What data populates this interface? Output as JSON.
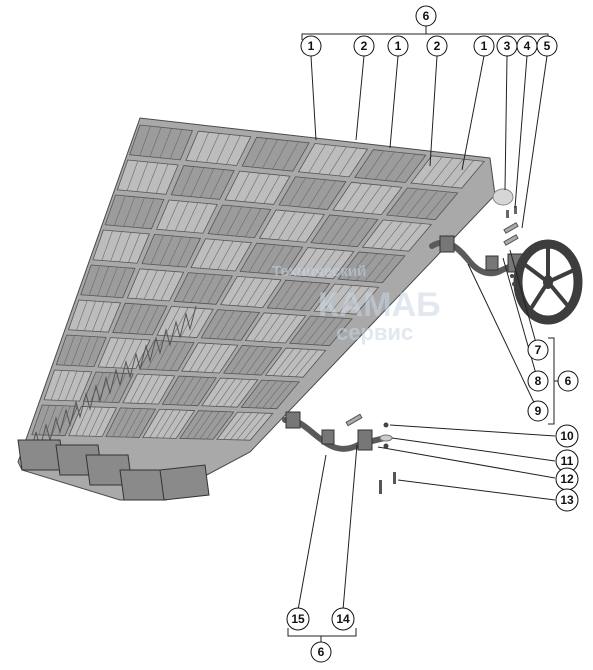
{
  "diagram": {
    "callouts": [
      {
        "id": "top-group",
        "label": "6"
      },
      {
        "id": "c1a",
        "label": "1"
      },
      {
        "id": "c2a",
        "label": "2"
      },
      {
        "id": "c1b",
        "label": "1"
      },
      {
        "id": "c2b",
        "label": "2"
      },
      {
        "id": "c1c",
        "label": "1"
      },
      {
        "id": "c3",
        "label": "3"
      },
      {
        "id": "c4",
        "label": "4"
      },
      {
        "id": "c5",
        "label": "5"
      },
      {
        "id": "c7",
        "label": "7"
      },
      {
        "id": "c8",
        "label": "8"
      },
      {
        "id": "c9",
        "label": "9"
      },
      {
        "id": "right-group",
        "label": "6"
      },
      {
        "id": "c10",
        "label": "10"
      },
      {
        "id": "c11",
        "label": "11"
      },
      {
        "id": "c12",
        "label": "12"
      },
      {
        "id": "c13",
        "label": "13"
      },
      {
        "id": "c15",
        "label": "15"
      },
      {
        "id": "c14",
        "label": "14"
      },
      {
        "id": "bottom-group",
        "label": "6"
      }
    ],
    "watermark": {
      "line1": "Технический",
      "line2": "КАМАБ",
      "line3": "сервис"
    },
    "colors": {
      "ink": "#111111",
      "deck": "#9a9a9a",
      "deck_dark": "#6e6e6e",
      "deck_light": "#c8c8c8",
      "wheel": "#5a5a5a"
    }
  }
}
